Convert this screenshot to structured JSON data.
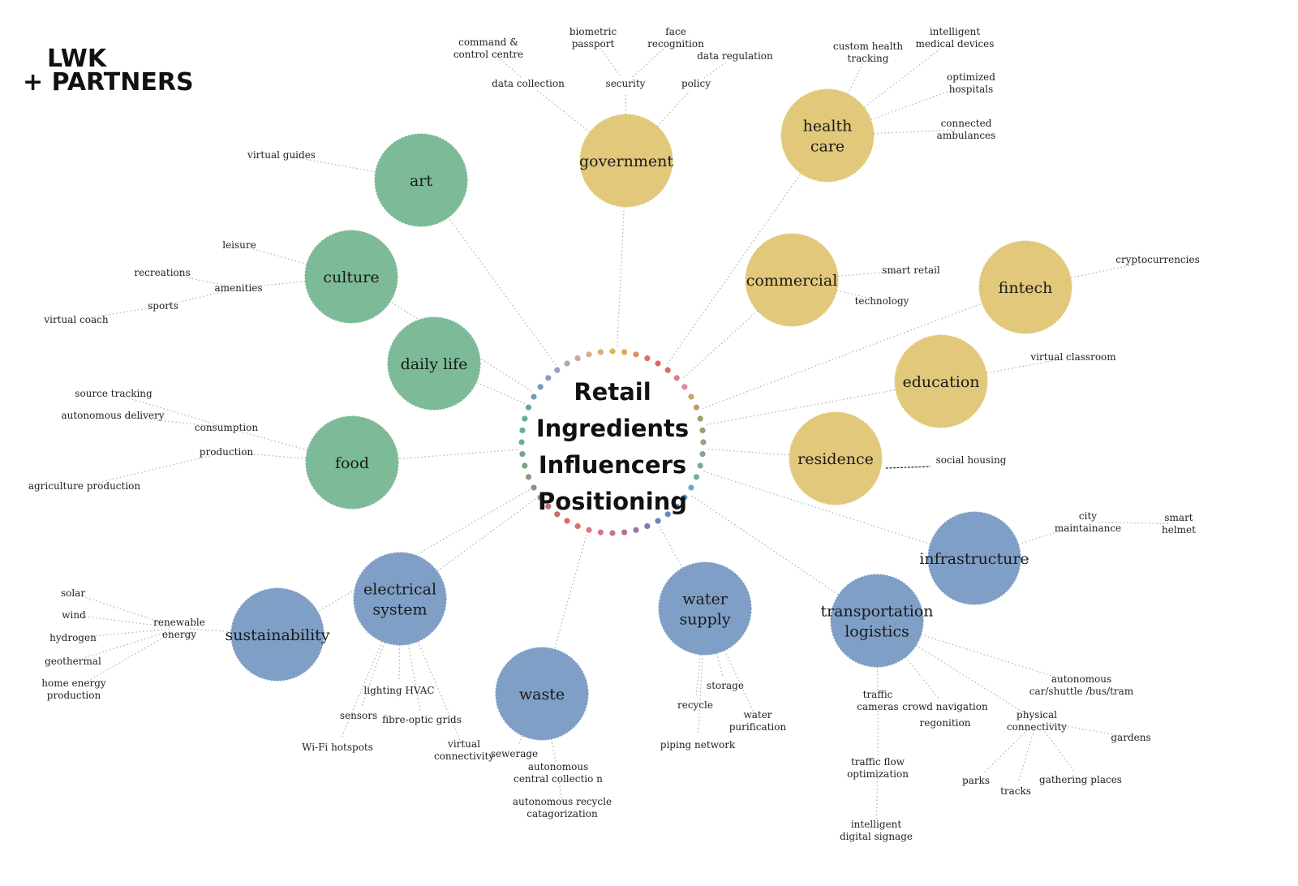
{
  "logo": {
    "line1": "LWK",
    "line2": "+ PARTNERS"
  },
  "center": {
    "lines": [
      "Retail",
      "Ingredients",
      "Influencers",
      "Positioning"
    ]
  },
  "colors": {
    "green": "#7dba97",
    "yellow": "#e2c87a",
    "blue": "#7f9fc6",
    "link": "#9fb9a7"
  },
  "center_dots": [
    "#e4b15c",
    "#e6a35d",
    "#de8f5b",
    "#d9735e",
    "#e0665b",
    "#dc6a72",
    "#e07f7f",
    "#d98ea0",
    "#c9a16b",
    "#b5a067",
    "#9d9d6d",
    "#8fa071",
    "#8aa57f",
    "#7fa88d",
    "#7aab98",
    "#6fb0a6",
    "#63b0b8",
    "#5aa7c3",
    "#5a9bcb",
    "#5f8bca",
    "#6e7fc0",
    "#8379b3",
    "#9a76a7",
    "#b47499",
    "#c8738d",
    "#d77485",
    "#de7a80",
    "#df6d70",
    "#d86a66",
    "#c96d69",
    "#b97572",
    "#a98076",
    "#9a8b7b",
    "#8c967f",
    "#7f9f82",
    "#75a685",
    "#6fab8b",
    "#69ad94",
    "#63ab9f",
    "#62a6ab",
    "#69a0b5",
    "#749bbf",
    "#8a9ac2",
    "#a19cbf",
    "#b6a1b5",
    "#c7a9a2",
    "#d3b08c",
    "#daae74"
  ],
  "nodes": [
    {
      "id": "art",
      "lines": [
        "art"
      ],
      "color": "green"
    },
    {
      "id": "culture",
      "lines": [
        "culture"
      ],
      "color": "green"
    },
    {
      "id": "daily",
      "lines": [
        "daily life"
      ],
      "color": "green"
    },
    {
      "id": "food",
      "lines": [
        "food"
      ],
      "color": "green"
    },
    {
      "id": "government",
      "lines": [
        "government"
      ],
      "color": "yellow"
    },
    {
      "id": "health",
      "lines": [
        "health",
        "care"
      ],
      "color": "yellow"
    },
    {
      "id": "commercial",
      "lines": [
        "commercial"
      ],
      "color": "yellow"
    },
    {
      "id": "fintech",
      "lines": [
        "fintech"
      ],
      "color": "yellow"
    },
    {
      "id": "education",
      "lines": [
        "education"
      ],
      "color": "yellow"
    },
    {
      "id": "residence",
      "lines": [
        "residence"
      ],
      "color": "yellow"
    },
    {
      "id": "infrastructure",
      "lines": [
        "infrastructure"
      ],
      "color": "blue"
    },
    {
      "id": "transport",
      "lines": [
        "transportation",
        "logistics"
      ],
      "color": "blue"
    },
    {
      "id": "water",
      "lines": [
        "water",
        "supply"
      ],
      "color": "blue"
    },
    {
      "id": "waste",
      "lines": [
        "waste"
      ],
      "color": "blue"
    },
    {
      "id": "electrical",
      "lines": [
        "electrical",
        "system"
      ],
      "color": "blue"
    },
    {
      "id": "sustainability",
      "lines": [
        "sustainability"
      ],
      "color": "blue"
    }
  ],
  "labels": [
    {
      "id": "virtual_guides",
      "lines": [
        "virtual guides"
      ]
    },
    {
      "id": "leisure",
      "lines": [
        "leisure"
      ]
    },
    {
      "id": "recreations",
      "lines": [
        "recreations"
      ]
    },
    {
      "id": "amenities",
      "lines": [
        "amenities"
      ]
    },
    {
      "id": "sports",
      "lines": [
        "sports"
      ]
    },
    {
      "id": "virtual_coach",
      "lines": [
        "virtual coach"
      ]
    },
    {
      "id": "source_tracking",
      "lines": [
        "source tracking"
      ]
    },
    {
      "id": "autonomous_delivery",
      "lines": [
        "autonomous delivery"
      ]
    },
    {
      "id": "consumption",
      "lines": [
        "consumption"
      ]
    },
    {
      "id": "production",
      "lines": [
        "production"
      ]
    },
    {
      "id": "agri",
      "lines": [
        "agriculture production"
      ]
    },
    {
      "id": "command",
      "lines": [
        "command  &",
        "control centre"
      ]
    },
    {
      "id": "biometric",
      "lines": [
        "biometric",
        "passport"
      ]
    },
    {
      "id": "face",
      "lines": [
        "face",
        "recognition"
      ]
    },
    {
      "id": "data_reg",
      "lines": [
        "data regulation"
      ]
    },
    {
      "id": "data_collection",
      "lines": [
        "data collection"
      ]
    },
    {
      "id": "security",
      "lines": [
        "security"
      ]
    },
    {
      "id": "policy",
      "lines": [
        "policy"
      ]
    },
    {
      "id": "custom_health",
      "lines": [
        "custom health",
        "tracking"
      ]
    },
    {
      "id": "intelligent_med",
      "lines": [
        "intelligent",
        "medical devices"
      ]
    },
    {
      "id": "optimized_hosp",
      "lines": [
        "optimized",
        "hospitals"
      ]
    },
    {
      "id": "connected_amb",
      "lines": [
        "connected",
        "ambulances"
      ]
    },
    {
      "id": "smart_retail",
      "lines": [
        "smart retail"
      ]
    },
    {
      "id": "technology",
      "lines": [
        "technology"
      ]
    },
    {
      "id": "crypto",
      "lines": [
        "cryptocurrencies"
      ]
    },
    {
      "id": "virtual_classroom",
      "lines": [
        "virtual classroom"
      ]
    },
    {
      "id": "social_housing",
      "lines": [
        "social housing"
      ]
    },
    {
      "id": "city_maint",
      "lines": [
        "city",
        "maintainance"
      ]
    },
    {
      "id": "smart_helmet",
      "lines": [
        "smart",
        "helmet"
      ]
    },
    {
      "id": "autonomous_car",
      "lines": [
        "autonomous",
        "car/shuttle /bus/tram"
      ]
    },
    {
      "id": "traffic_cameras",
      "lines": [
        "traffic",
        "cameras"
      ]
    },
    {
      "id": "crowd_nav",
      "lines": [
        "crowd navigation"
      ]
    },
    {
      "id": "regonition",
      "lines": [
        "regonition"
      ]
    },
    {
      "id": "physical_conn",
      "lines": [
        "physical",
        "connectivity"
      ]
    },
    {
      "id": "gardens",
      "lines": [
        "gardens"
      ]
    },
    {
      "id": "traffic_flow",
      "lines": [
        "traffic  flow",
        "optimization"
      ]
    },
    {
      "id": "parks",
      "lines": [
        "parks"
      ]
    },
    {
      "id": "tracks",
      "lines": [
        "tracks"
      ]
    },
    {
      "id": "gathering",
      "lines": [
        "gathering places"
      ]
    },
    {
      "id": "intelligent_sign",
      "lines": [
        "intelligent",
        "digital signage"
      ]
    },
    {
      "id": "storage",
      "lines": [
        "storage"
      ]
    },
    {
      "id": "recycle",
      "lines": [
        "recycle"
      ]
    },
    {
      "id": "water_pur",
      "lines": [
        "water",
        "purification"
      ]
    },
    {
      "id": "piping",
      "lines": [
        "piping network"
      ]
    },
    {
      "id": "sewerage",
      "lines": [
        "sewerage"
      ]
    },
    {
      "id": "auto_central",
      "lines": [
        "autonomous",
        "central collectio  n"
      ]
    },
    {
      "id": "auto_recycle",
      "lines": [
        "autonomous recycle",
        "catagorization"
      ]
    },
    {
      "id": "lighting",
      "lines": [
        "lighting HVAC"
      ]
    },
    {
      "id": "sensors",
      "lines": [
        "sensors"
      ]
    },
    {
      "id": "fibre",
      "lines": [
        "fibre-optic grids"
      ]
    },
    {
      "id": "wifi",
      "lines": [
        "Wi-Fi hotspots"
      ]
    },
    {
      "id": "virtual_conn",
      "lines": [
        "virtual",
        "connectivity"
      ]
    },
    {
      "id": "solar",
      "lines": [
        "solar"
      ]
    },
    {
      "id": "wind",
      "lines": [
        "wind"
      ]
    },
    {
      "id": "hydrogen",
      "lines": [
        "hydrogen"
      ]
    },
    {
      "id": "geothermal",
      "lines": [
        "geothermal"
      ]
    },
    {
      "id": "home_energy",
      "lines": [
        "home energy",
        "production"
      ]
    },
    {
      "id": "renewable",
      "lines": [
        "renewable",
        "energy"
      ]
    }
  ],
  "edges": [
    [
      "center",
      "art"
    ],
    [
      "center",
      "culture"
    ],
    [
      "center",
      "daily"
    ],
    [
      "center",
      "food"
    ],
    [
      "center",
      "government"
    ],
    [
      "center",
      "health"
    ],
    [
      "center",
      "commercial"
    ],
    [
      "center",
      "fintech"
    ],
    [
      "center",
      "education"
    ],
    [
      "center",
      "residence"
    ],
    [
      "center",
      "infrastructure"
    ],
    [
      "center",
      "transport"
    ],
    [
      "center",
      "water"
    ],
    [
      "center",
      "waste"
    ],
    [
      "center",
      "electrical"
    ],
    [
      "center",
      "sustainability"
    ],
    [
      "art",
      "virtual_guides"
    ],
    [
      "culture",
      "leisure"
    ],
    [
      "culture",
      "amenities"
    ],
    [
      "amenities",
      "recreations"
    ],
    [
      "amenities",
      "sports"
    ],
    [
      "sports",
      "virtual_coach"
    ],
    [
      "food",
      "consumption"
    ],
    [
      "food",
      "production"
    ],
    [
      "consumption",
      "source_tracking"
    ],
    [
      "consumption",
      "autonomous_delivery"
    ],
    [
      "production",
      "agri"
    ],
    [
      "government",
      "data_collection"
    ],
    [
      "government",
      "security"
    ],
    [
      "government",
      "policy"
    ],
    [
      "data_collection",
      "command"
    ],
    [
      "security",
      "biometric"
    ],
    [
      "security",
      "face"
    ],
    [
      "policy",
      "data_reg"
    ],
    [
      "health",
      "custom_health"
    ],
    [
      "health",
      "intelligent_med"
    ],
    [
      "health",
      "optimized_hosp"
    ],
    [
      "health",
      "connected_amb"
    ],
    [
      "commercial",
      "smart_retail"
    ],
    [
      "commercial",
      "technology"
    ],
    [
      "fintech",
      "crypto"
    ],
    [
      "education",
      "virtual_classroom"
    ],
    [
      "infrastructure",
      "city_maint"
    ],
    [
      "city_maint",
      "smart_helmet"
    ],
    [
      "transport",
      "autonomous_car"
    ],
    [
      "transport",
      "traffic_cameras"
    ],
    [
      "transport",
      "crowd_nav"
    ],
    [
      "transport",
      "physical_conn"
    ],
    [
      "traffic_cameras",
      "traffic_flow"
    ],
    [
      "traffic_flow",
      "intelligent_sign"
    ],
    [
      "physical_conn",
      "gardens"
    ],
    [
      "physical_conn",
      "parks"
    ],
    [
      "physical_conn",
      "tracks"
    ],
    [
      "physical_conn",
      "gathering"
    ],
    [
      "water",
      "storage"
    ],
    [
      "water",
      "recycle"
    ],
    [
      "water",
      "water_pur"
    ],
    [
      "water",
      "piping"
    ],
    [
      "waste",
      "sewerage"
    ],
    [
      "waste",
      "auto_central"
    ],
    [
      "auto_central",
      "auto_recycle"
    ],
    [
      "electrical",
      "lighting"
    ],
    [
      "electrical",
      "sensors"
    ],
    [
      "electrical",
      "fibre"
    ],
    [
      "electrical",
      "wifi"
    ],
    [
      "electrical",
      "virtual_conn"
    ],
    [
      "sustainability",
      "renewable"
    ],
    [
      "renewable",
      "solar"
    ],
    [
      "renewable",
      "wind"
    ],
    [
      "renewable",
      "hydrogen"
    ],
    [
      "renewable",
      "geothermal"
    ],
    [
      "renewable",
      "home_energy"
    ]
  ],
  "solid_edges": [
    [
      "residence",
      "social_housing"
    ]
  ]
}
